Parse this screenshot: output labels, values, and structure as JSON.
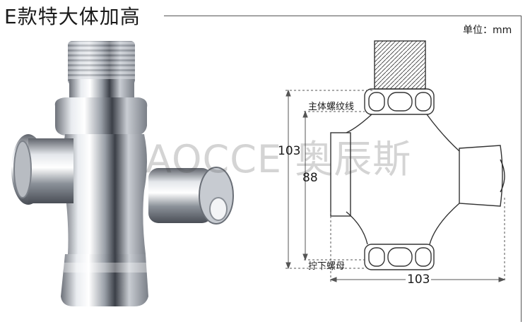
{
  "title": "E款特大体加高",
  "unit": "单位：mm",
  "watermark": "AOCCE 奥辰斯",
  "labels": {
    "thread": "主体螺纹线",
    "nut": "拧下螺母"
  },
  "dimensions": {
    "height_outer": "103",
    "height_inner": "88",
    "width": "103"
  },
  "colors": {
    "line": "#333333",
    "chrome_dark": "#5a5e66",
    "chrome_light": "#f2f4f7"
  }
}
